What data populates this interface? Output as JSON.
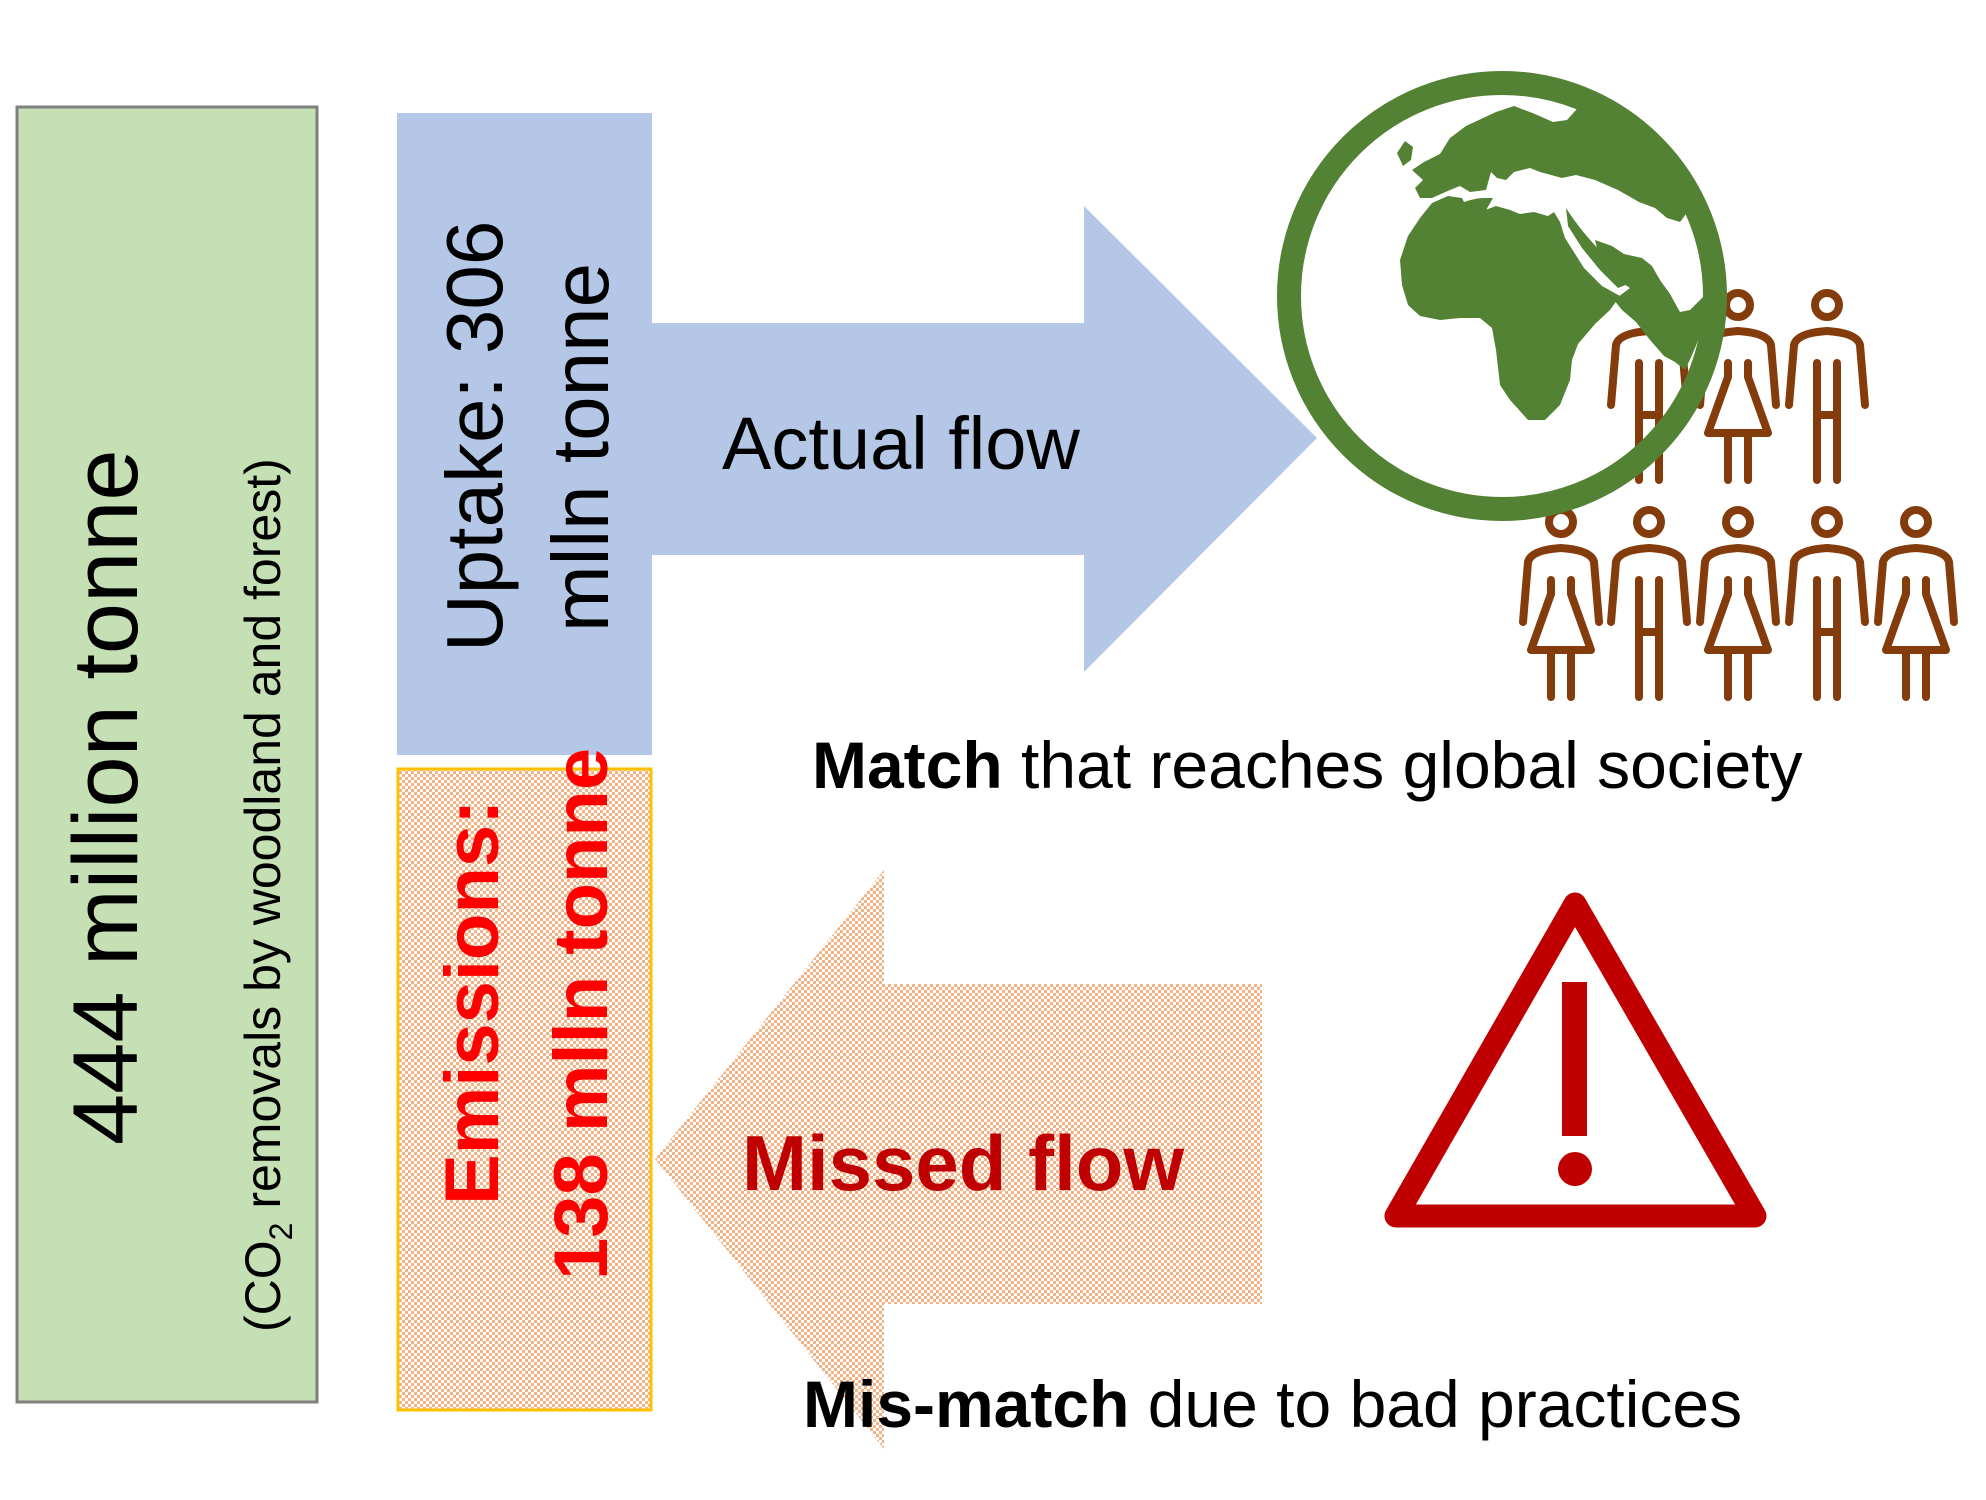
{
  "diagram": {
    "total_box": {
      "value_label": "444 million tonne",
      "subtitle_prefix": "(CO",
      "subtitle_subscript": "2",
      "subtitle_suffix": " removals by woodland and  forest)"
    },
    "uptake_box": {
      "line1": "Uptake: 306",
      "line2": "mlln tonne"
    },
    "emissions_box": {
      "line1": "Emissions:",
      "line2": "138 mlln tonne"
    },
    "actual_flow_arrow": {
      "label": "Actual flow",
      "direction": "right"
    },
    "missed_flow_arrow": {
      "label": "Missed flow",
      "direction": "left"
    },
    "match_caption": {
      "bold": "Match",
      "rest": " that reaches global society"
    },
    "mismatch_caption": {
      "bold": "Mis-match",
      "rest": " due to bad practices"
    },
    "icons": {
      "globe": "globe-europe-africa-icon",
      "people": {
        "top_row": [
          "man",
          "woman",
          "man"
        ],
        "bottom_row": [
          "woman",
          "man",
          "woman",
          "man",
          "woman"
        ]
      },
      "warning": "warning-triangle-icon"
    },
    "colors": {
      "total_box_fill": "#C5E0B4",
      "total_box_border": "#7F7F7F",
      "uptake_fill": "#B4C7E7",
      "emissions_pattern": "#F4B183",
      "emissions_border": "#FFC000",
      "emissions_text": "#FF0000",
      "missed_text": "#C00000",
      "globe": "#548235",
      "people": "#843C0C",
      "warning": "#C00000"
    }
  }
}
